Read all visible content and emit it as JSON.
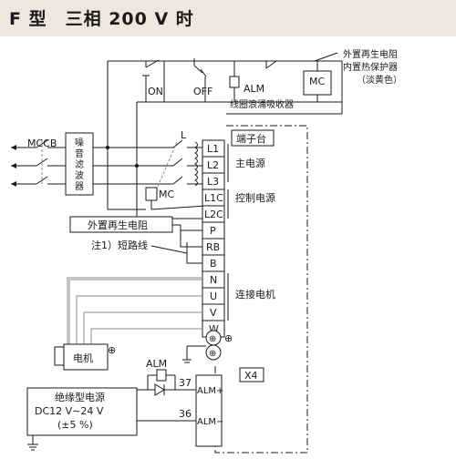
{
  "header": {
    "title": "F 型　三相 200 V 时"
  },
  "controls": {
    "on": "ON",
    "off": "OFF",
    "alm": "ALM",
    "mc": "MC",
    "l": "L"
  },
  "notes": {
    "external_regen": "外置再生电阻",
    "internal_protector": "内置热保护器",
    "light_yellow": "（淡黄色）",
    "surge_absorber": "线圈浪涌吸收器",
    "short_wire": "注1）短路线"
  },
  "mccb": "MCCB",
  "noise_filter": "噪音滤波器",
  "terminal_block": {
    "title": "端子台",
    "terminals": [
      "L1",
      "L2",
      "L3",
      "L1C",
      "L2C",
      "P",
      "RB",
      "B",
      "N",
      "U",
      "V",
      "W"
    ]
  },
  "labels": {
    "main_power": "主电源",
    "control_power": "控制电源",
    "motor_connect": "连接电机",
    "motor": "电机",
    "regen_box": "外置再生电阻"
  },
  "io": {
    "connector": "X4",
    "alm_label": "ALM",
    "pin_37": "37",
    "pin_36": "36",
    "alm_plus": "ALM+",
    "alm_minus": "ALM−"
  },
  "psu": {
    "line1": "绝缘型电源",
    "line2": "DC12 V∼24 V",
    "line3": "(±5 %)"
  }
}
